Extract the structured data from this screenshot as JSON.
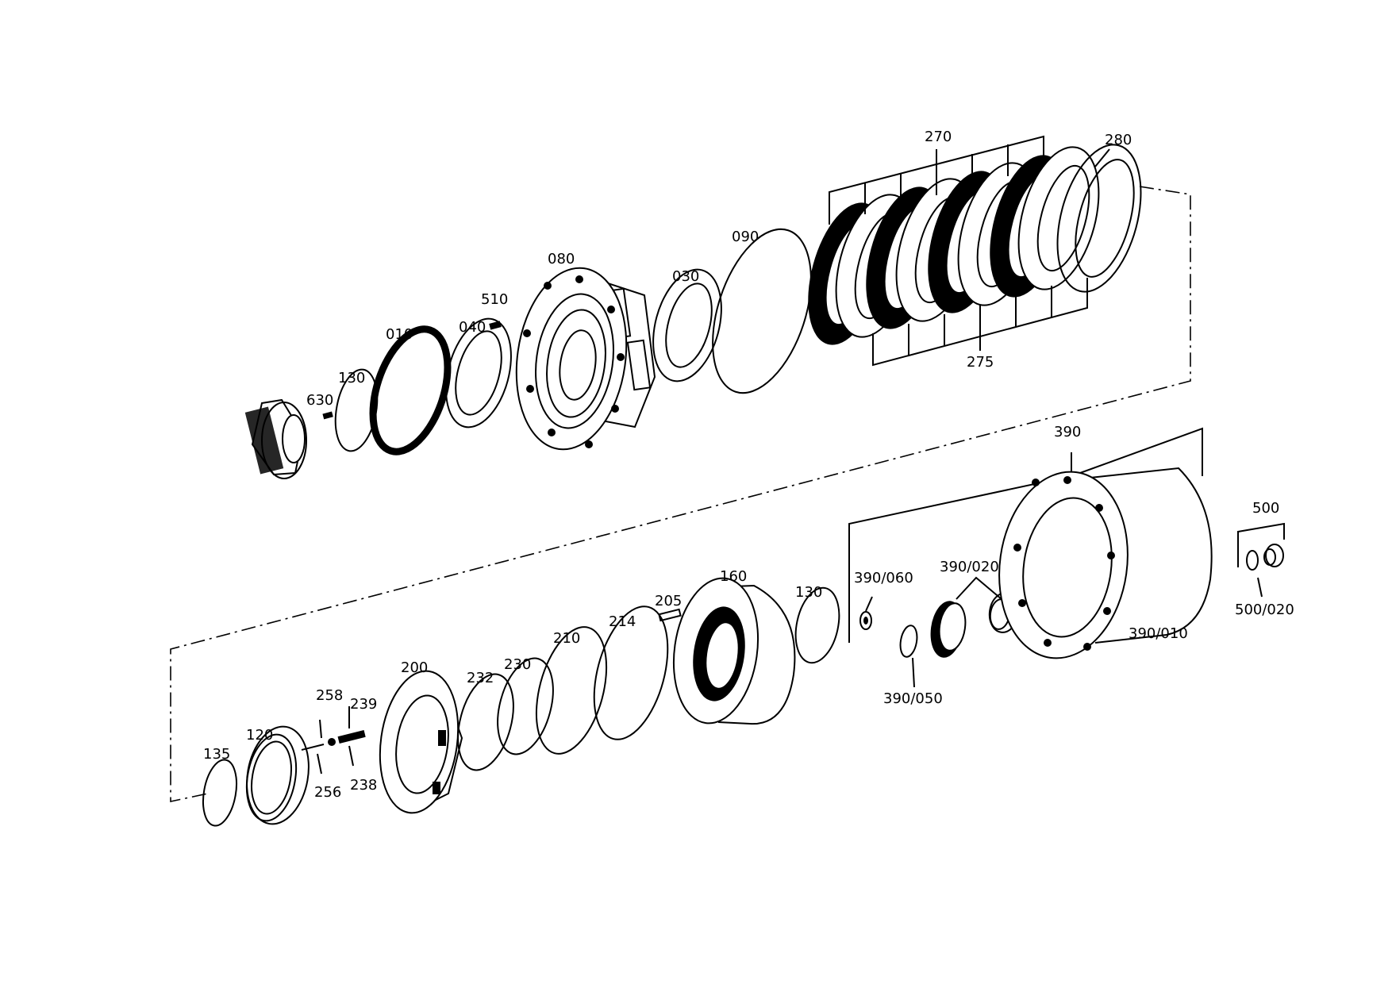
{
  "labels": {
    "p270": "270",
    "p280": "280",
    "p275": "275",
    "p090": "090",
    "p080": "080",
    "p030": "030",
    "p510": "510",
    "p040": "040",
    "p010": "010",
    "p130a": "130",
    "p630": "630",
    "p390": "390",
    "p500": "500",
    "p500_020": "500/020",
    "p390_060": "390/060",
    "p390_020": "390/020",
    "p390_010": "390/010",
    "p390_050": "390/050",
    "p160": "160",
    "p205": "205",
    "p130b": "130",
    "p214": "214",
    "p210": "210",
    "p230": "230",
    "p232": "232",
    "p200": "200",
    "p258": "258",
    "p239": "239",
    "p238": "238",
    "p256": "256",
    "p120": "120",
    "p135": "135"
  }
}
